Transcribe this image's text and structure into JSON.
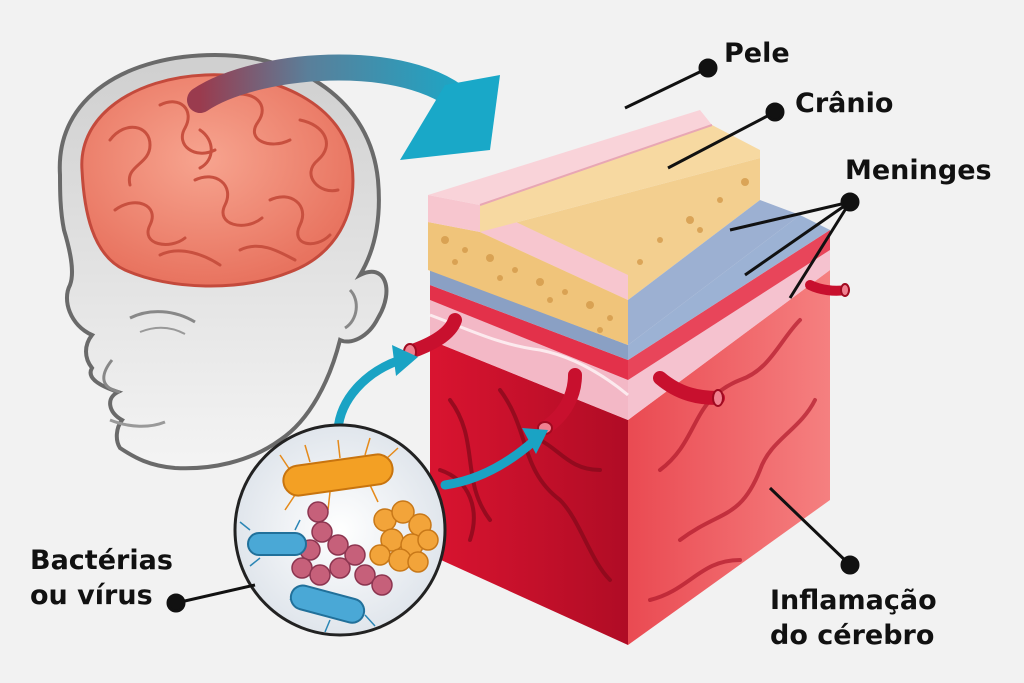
{
  "labels": {
    "pele": "Pele",
    "cranio": "Crânio",
    "meninges": "Meninges",
    "bacterias_line1": "Bactérias",
    "bacterias_line2": "ou vírus",
    "inflamacao_line1": "Inflamação",
    "inflamacao_line2": "do cérebro"
  },
  "colors": {
    "skin": "#f8c9cf",
    "skull": "#f5d08a",
    "meninges": "#8fa6c8",
    "brain_tissue": "#e0203a",
    "arrow": "#1aa3c4",
    "head_outline": "#777777"
  },
  "icons": [
    "head-silhouette",
    "brain",
    "tissue-block",
    "pathogen-magnifier"
  ]
}
